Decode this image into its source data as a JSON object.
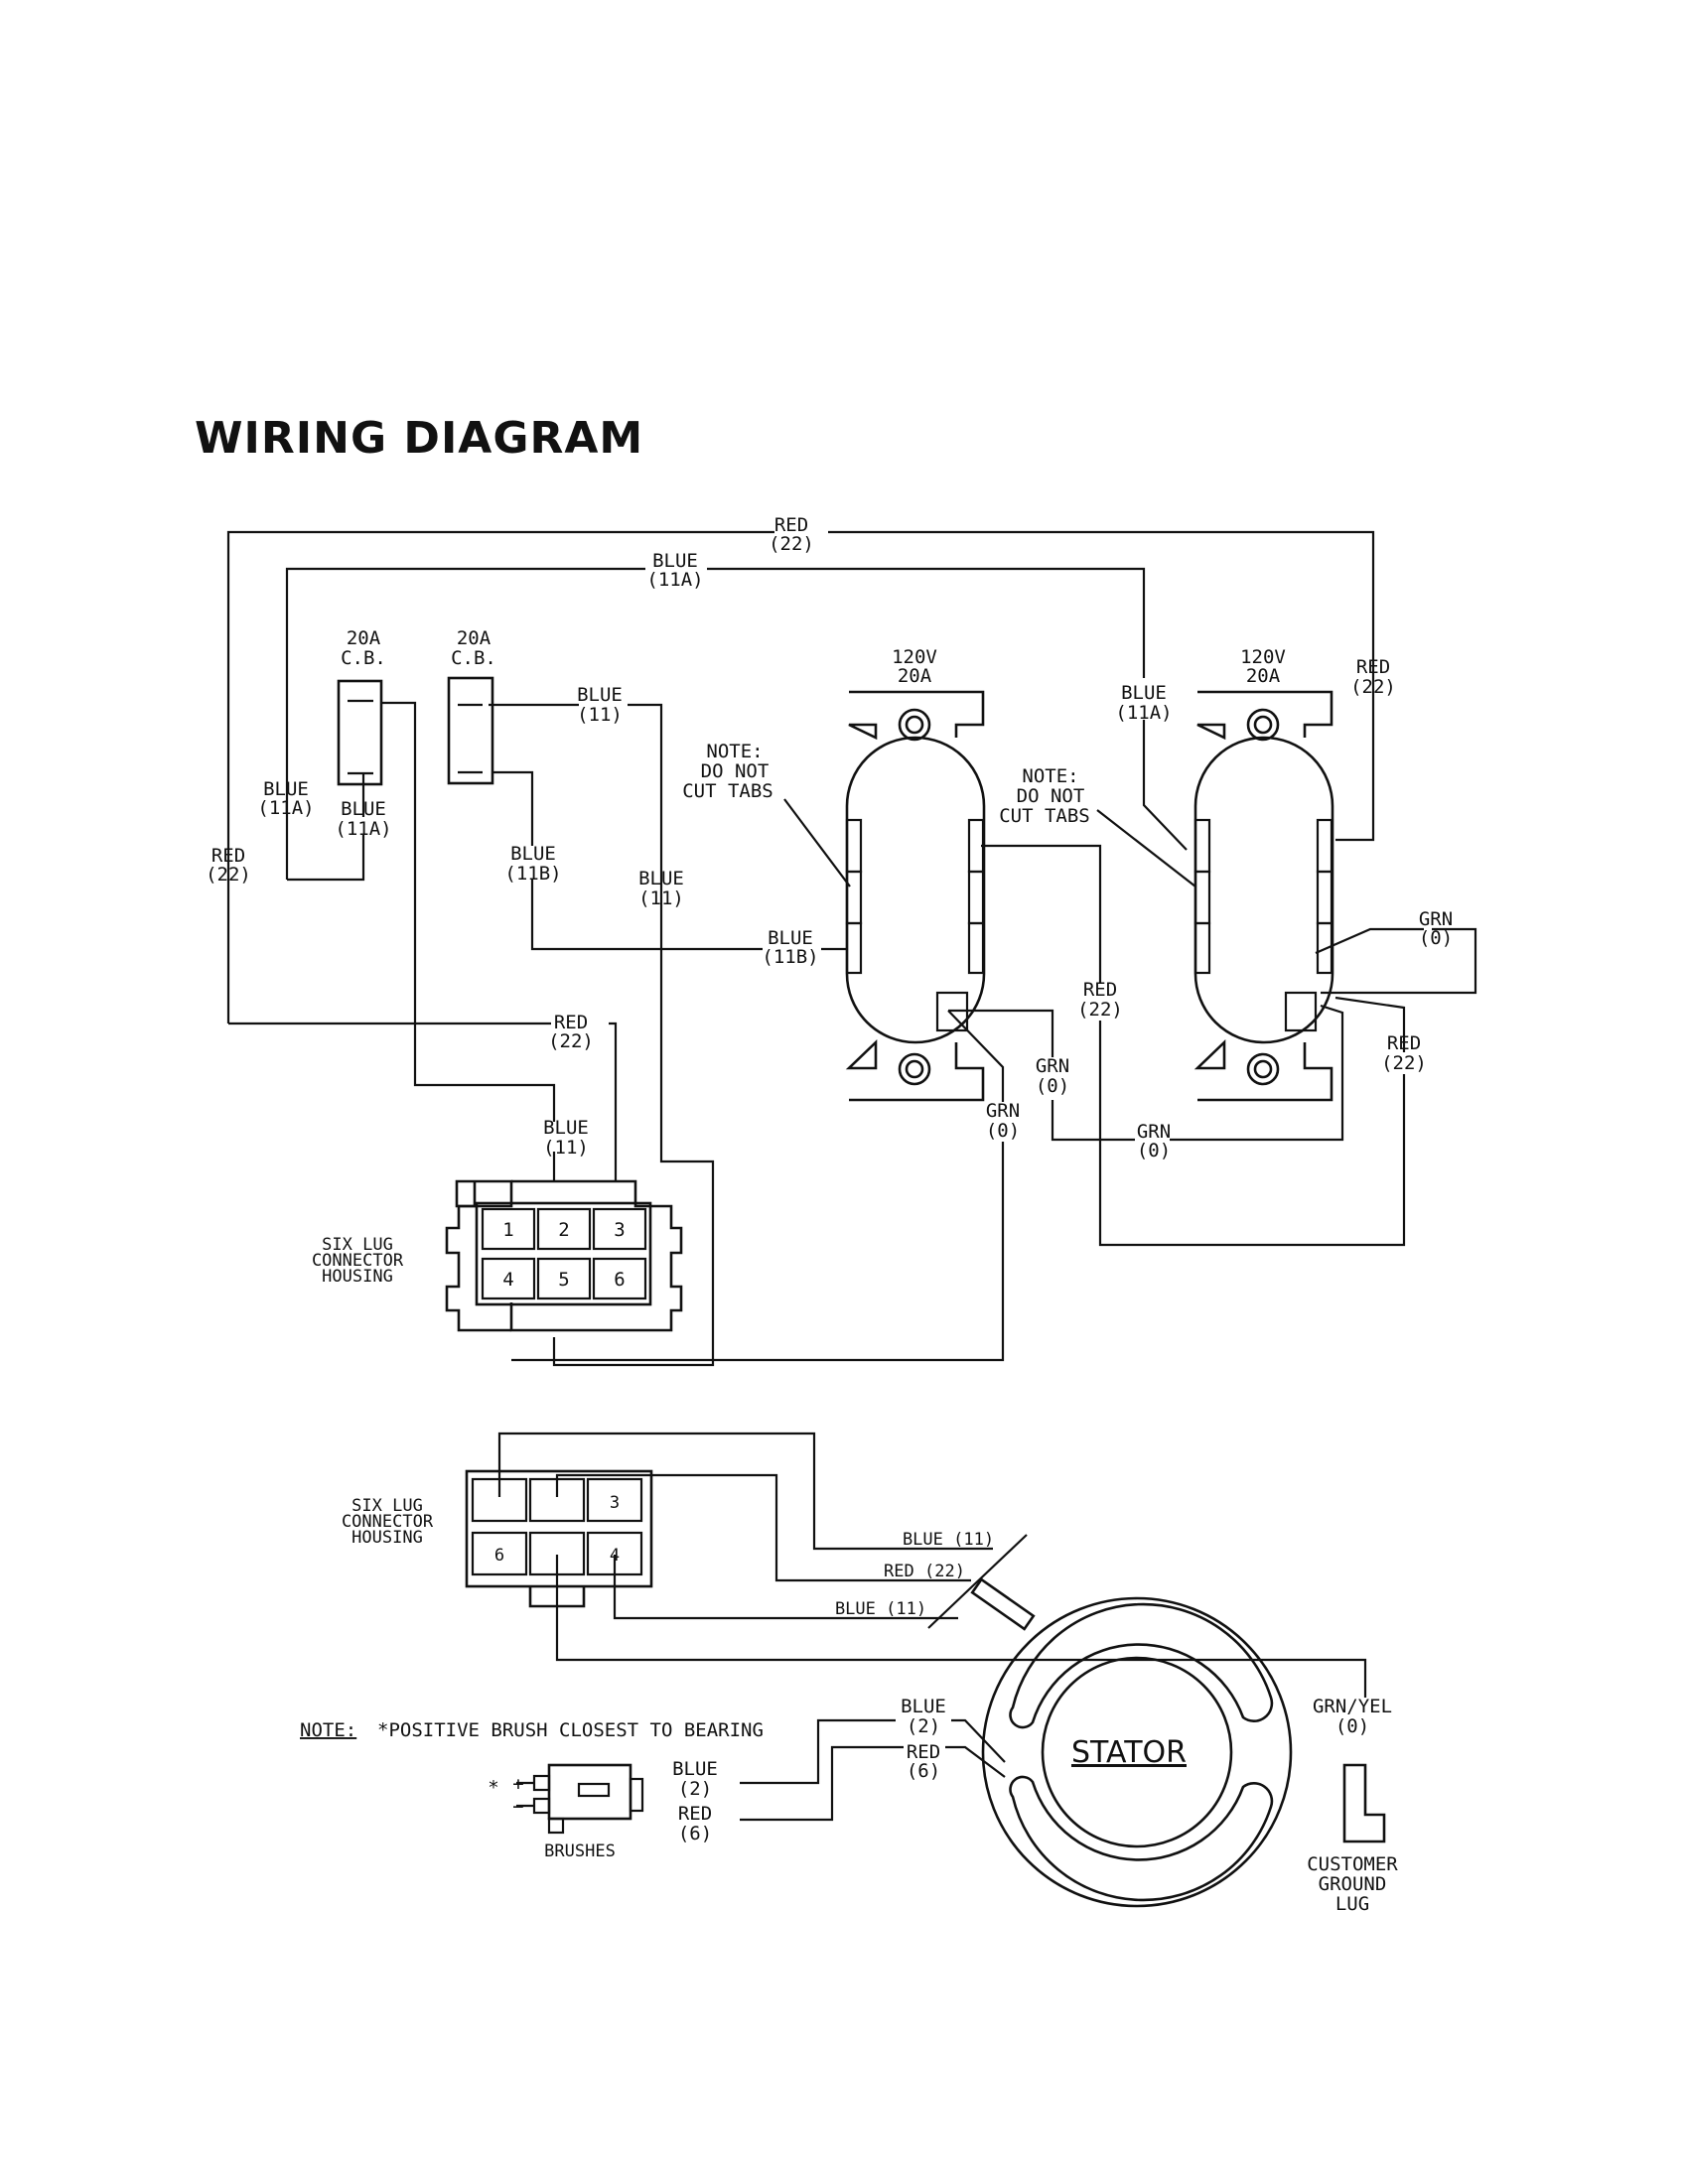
{
  "title": "WIRING DIAGRAM",
  "breakers": [
    {
      "rating": "20A",
      "type": "C.B."
    },
    {
      "rating": "20A",
      "type": "C.B."
    }
  ],
  "receptacles": [
    {
      "voltage": "120V",
      "amps": "20A"
    },
    {
      "voltage": "120V",
      "amps": "20A"
    }
  ],
  "notes": {
    "tabs": [
      "NOTE:",
      "DO NOT",
      "CUT TABS"
    ],
    "brush_label": "NOTE:",
    "brush_text": "*POSITIVE BRUSH CLOSEST TO BEARING"
  },
  "wires": {
    "red": "RED",
    "blue": "BLUE",
    "grn": "GRN",
    "grn_yel": "GRN/YEL",
    "n22": "(22)",
    "n11": "(11)",
    "n11a": "(11A)",
    "n11b": "(11B)",
    "n0": "(0)",
    "n2": "(2)",
    "n6": "(6)",
    "blue_11_inline": "BLUE (11)",
    "red_22_inline": "RED (22)"
  },
  "connector": {
    "label": [
      "SIX LUG",
      "CONNECTOR",
      "HOUSING"
    ],
    "lugs": [
      "1",
      "2",
      "3",
      "4",
      "5",
      "6"
    ]
  },
  "stator": "STATOR",
  "ground_lug": [
    "CUSTOMER",
    "GROUND",
    "LUG"
  ],
  "brushes": {
    "label": "BRUSHES",
    "star": "*",
    "plus": "+",
    "minus": "−"
  }
}
